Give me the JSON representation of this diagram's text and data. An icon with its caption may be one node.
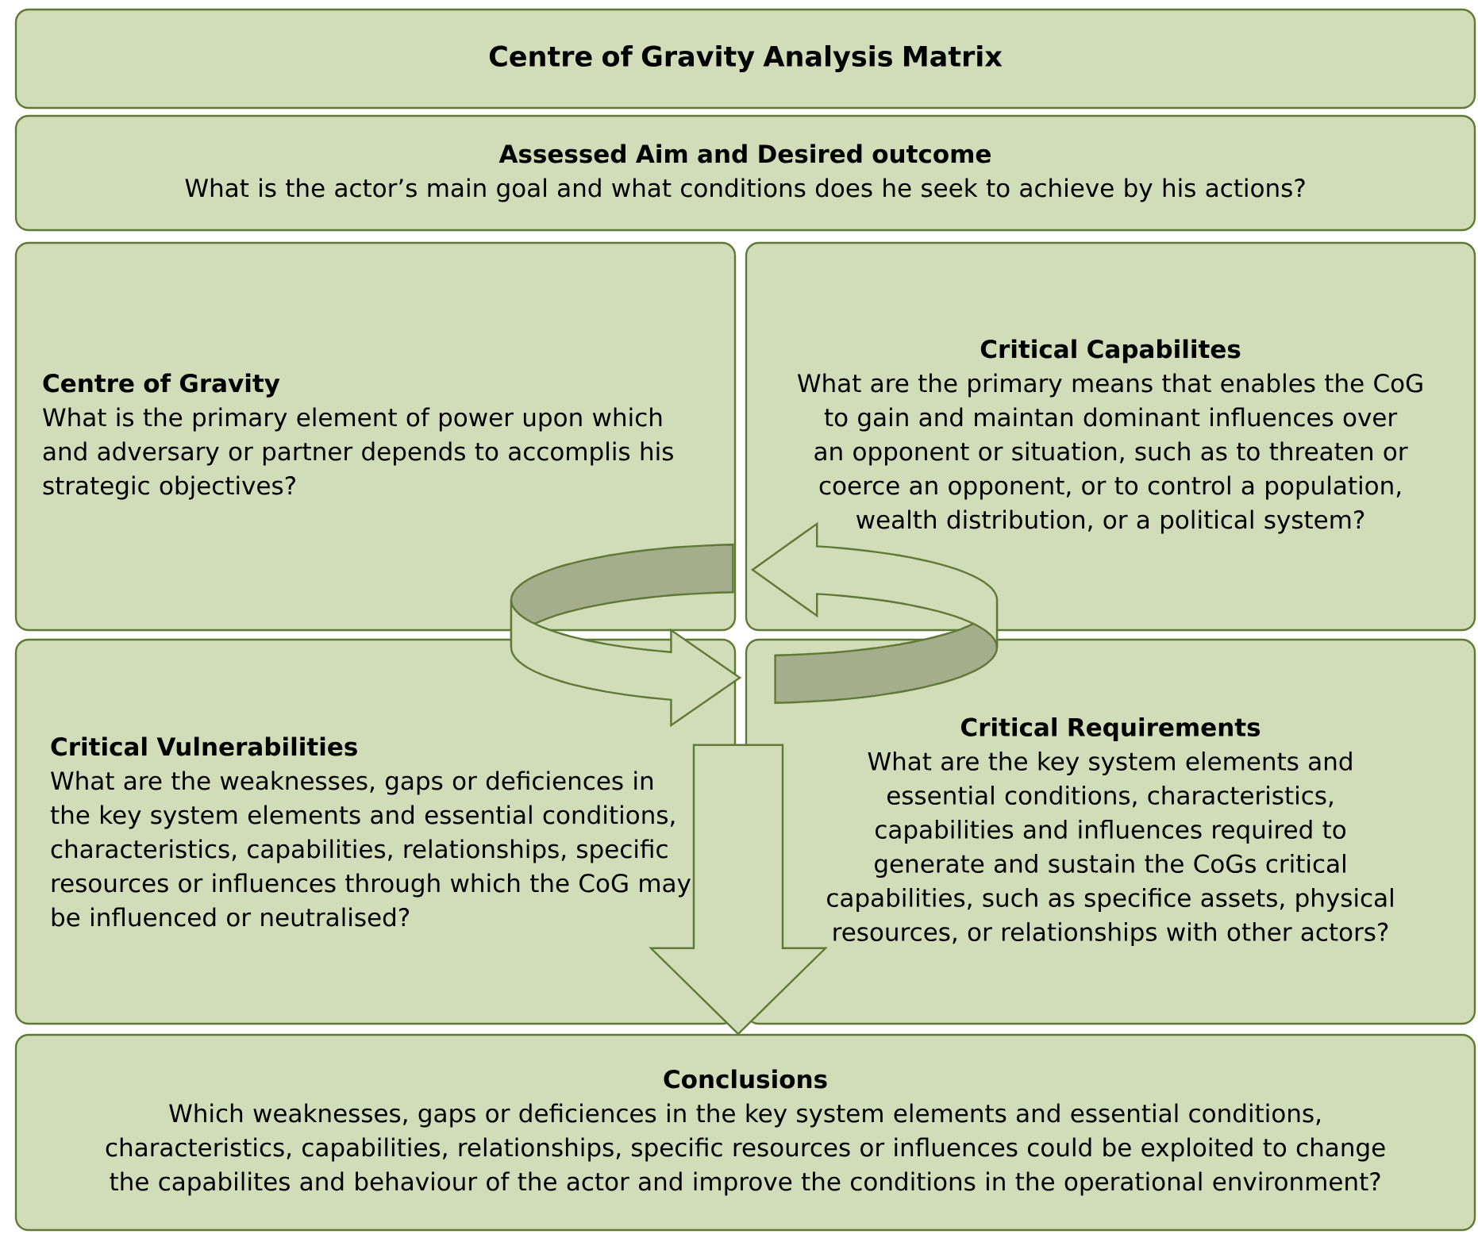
{
  "diagram": {
    "nodes": [
      {
        "text": [
          "Centre of Gravity Analysis Matrix"
        ]
      },
      {
        "text": [
          "Assessed Aim and Desired outcome",
          "What is the actor’s main goal and what conditions does he seek to achieve by his actions?"
        ]
      },
      {
        "text": [
          "Centre of Gravity",
          "What is the primary element of power upon which and adversary or partner depends to accomplis his strategic objectives?"
        ]
      },
      {
        "text": [
          "Critical Capabilites",
          "What are the primary means that enables the CoG to gain and maintan dominant influences over an opponent or situation, such as to threaten or coerce an opponent, or to control a population, wealth distribution, or a political system?"
        ]
      },
      {
        "text": [
          "Critical Vulnerabilities",
          "What are the weaknesses, gaps or deficiences in the key system elements and essential conditions, characteristics, capabilities, relationships, specific resources or influences through which the CoG may be influenced or neutralised?"
        ]
      },
      {
        "text": [
          "Critical Requirements",
          "What are the key system elements and essential conditions, characteristics, capabilities and influences required to generate and sustain the CoGs critical capabilities, such as specifice assets, physical resources, or relationships with other actors?"
        ]
      },
      {
        "text": [
          "Conclusions",
          "Which weaknesses, gaps or deficiences in the key system elements and essential conditions, characteristics, capabilities, relationships, specific resources or influences could be exploited to change the capabilites and behaviour of the actor and improve the conditions in the operational environment?"
        ]
      }
    ],
    "edges": [
      {
        "from": null,
        "to": 6,
        "arrow": "to"
      }
    ]
  }
}
